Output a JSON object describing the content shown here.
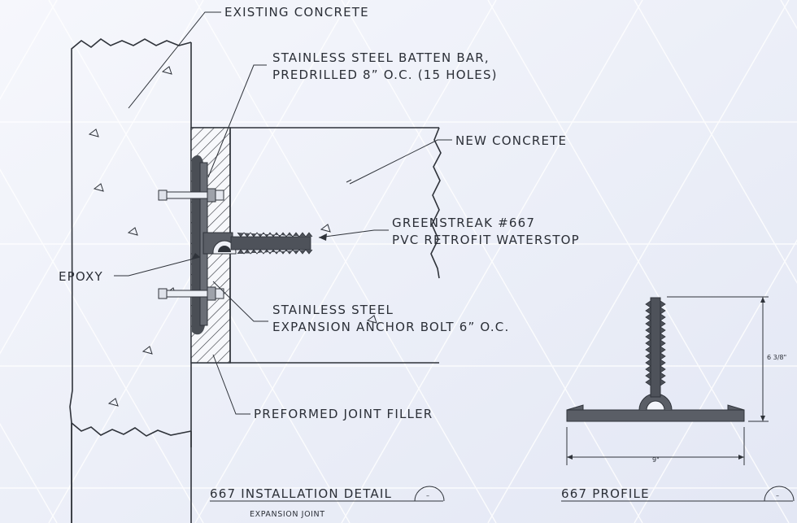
{
  "labels": {
    "existing_concrete": "EXISTING CONCRETE",
    "batten_bar_line1": "STAINLESS STEEL BATTEN BAR,",
    "batten_bar_line2": "PREDRILLED 8” O.C. (15 HOLES)",
    "new_concrete": "NEW CONCRETE",
    "waterstop_line1": "GREENSTREAK #667",
    "waterstop_line2": "PVC RETROFIT WATERSTOP",
    "epoxy": "EPOXY",
    "anchor_line1": "STAINLESS STEEL",
    "anchor_line2": "EXPANSION ANCHOR BOLT 6” O.C.",
    "joint_filler": "PREFORMED JOINT FILLER"
  },
  "titles": {
    "installation_detail": "667 INSTALLATION DETAIL",
    "installation_sub": "EXPANSION JOINT",
    "installation_marker": "–",
    "profile": "667 PROFILE",
    "profile_marker": "–"
  },
  "dimensions": {
    "height": "6 3/8\"",
    "width": "9\""
  },
  "colors": {
    "line": "#2f333a",
    "rubber": "#5a5e66",
    "rubber_dark": "#3e4249",
    "background": "#f2f4fa",
    "triangle_line": "#ffffff"
  }
}
